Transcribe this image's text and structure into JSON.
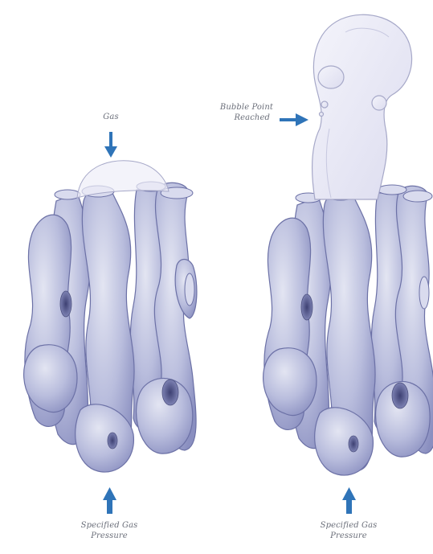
{
  "left_panel": {
    "top_label": "Gas",
    "bottom_label_line1": "Specified Gas",
    "bottom_label_line2": "Pressure"
  },
  "right_panel": {
    "side_label_line1": "Bubble Point",
    "side_label_line2": "Reached",
    "bottom_label_line1": "Specified Gas",
    "bottom_label_line2": "Pressure"
  },
  "colors": {
    "structure_fill": "#b9bddd",
    "structure_shadow": "#8a8fc0",
    "structure_outline": "#6c71a6",
    "arrow": "#2f74b8",
    "bubble_fill": "#e9e9f5",
    "bubble_outline": "#a6a8c8"
  }
}
